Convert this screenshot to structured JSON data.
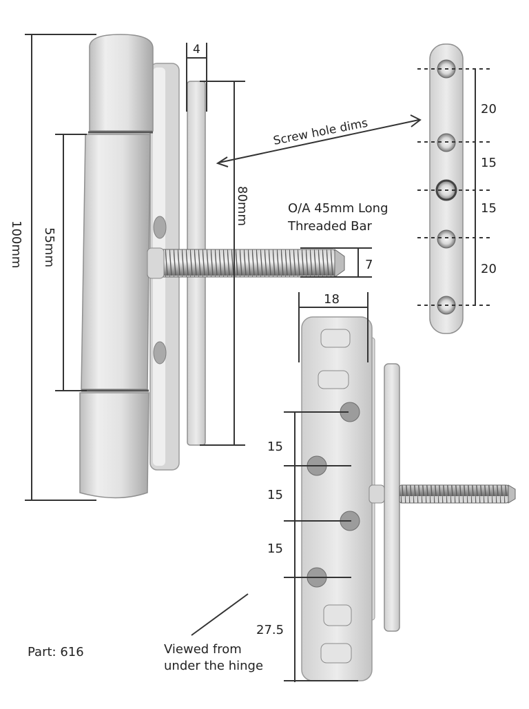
{
  "dimensions": {
    "overall_length": "100mm",
    "barrel_segment": "55mm",
    "plate_length": "80mm",
    "plate_thickness": "4",
    "bar_diameter": "7",
    "block_width": "18",
    "hole_spacing_plate": [
      "20",
      "15",
      "15",
      "20"
    ],
    "hole_spacing_block": [
      "15",
      "15",
      "15",
      "27.5"
    ]
  },
  "labels": {
    "screw_hole_dims": "Screw hole dims",
    "bar_line1": "O/A 45mm Long",
    "bar_line2": "Threaded Bar",
    "viewed_line1": "Viewed from",
    "viewed_line2": "under the hinge",
    "part": "Part: 616"
  },
  "colors": {
    "metal_light": "#e9e9e9",
    "metal_mid": "#c9c9c9",
    "metal_dark": "#9a9a9a",
    "line": "#333333",
    "thread": "#8a8a8a"
  }
}
